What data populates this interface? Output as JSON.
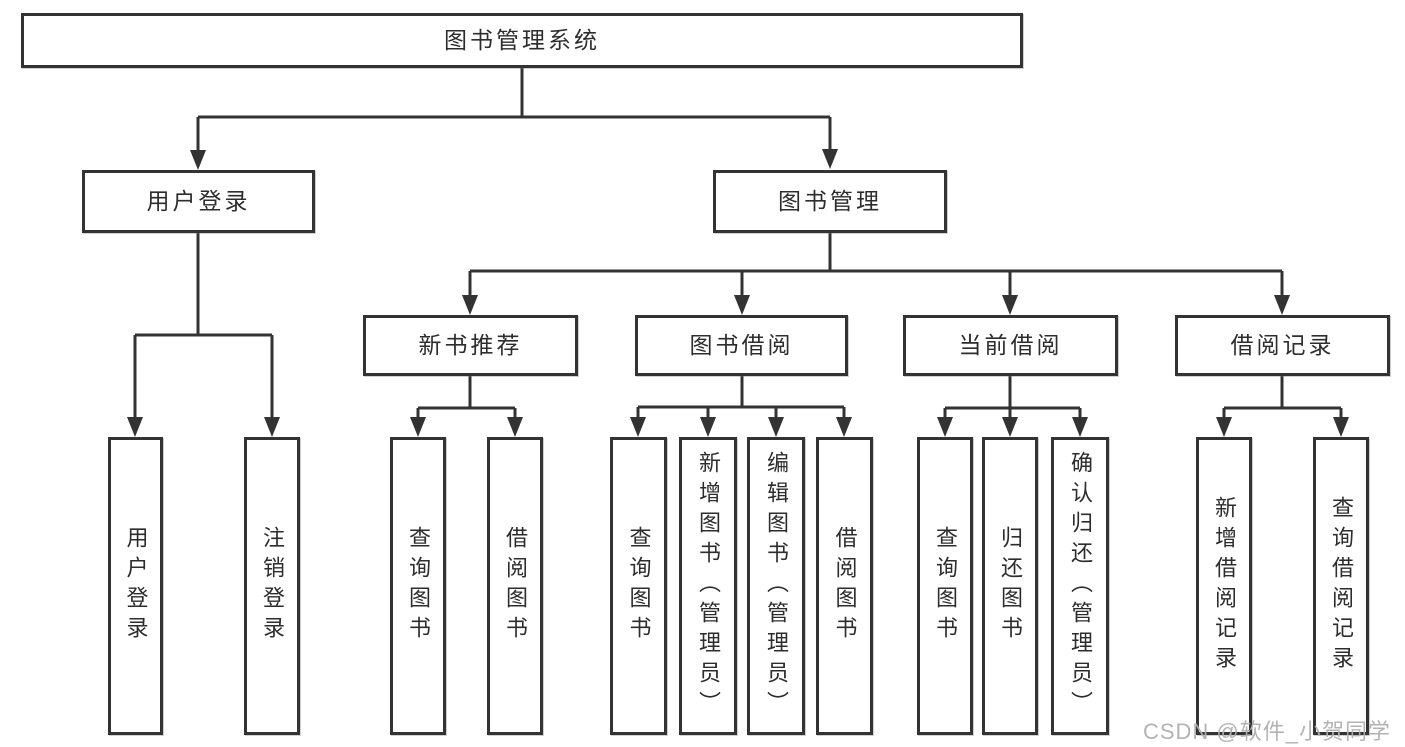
{
  "diagram_title": "图书管理系统",
  "tree": {
    "root": {
      "label": "图书管理系统",
      "children": [
        {
          "label": "用户登录",
          "children": [
            {
              "label": "用户登录"
            },
            {
              "label": "注销登录"
            }
          ]
        },
        {
          "label": "图书管理",
          "children": [
            {
              "label": "新书推荐",
              "children": [
                {
                  "label": "查询图书"
                },
                {
                  "label": "借阅图书"
                }
              ]
            },
            {
              "label": "图书借阅",
              "children": [
                {
                  "label": "查询图书"
                },
                {
                  "label": "新增图书（管理员）"
                },
                {
                  "label": "编辑图书（管理员）"
                },
                {
                  "label": "借阅图书"
                }
              ]
            },
            {
              "label": "当前借阅",
              "children": [
                {
                  "label": "查询图书"
                },
                {
                  "label": "归还图书"
                },
                {
                  "label": "确认归还（管理员）"
                }
              ]
            },
            {
              "label": "借阅记录",
              "children": [
                {
                  "label": "新增借阅记录"
                },
                {
                  "label": "查询借阅记录"
                }
              ]
            }
          ]
        }
      ]
    }
  },
  "watermark": {
    "text": "CSDN @软件_小贺同学"
  },
  "colors": {
    "line": "#333333",
    "box_border": "#333333",
    "text": "#2d2d2d",
    "background": "#ffffff",
    "watermark": "#afafaf"
  }
}
